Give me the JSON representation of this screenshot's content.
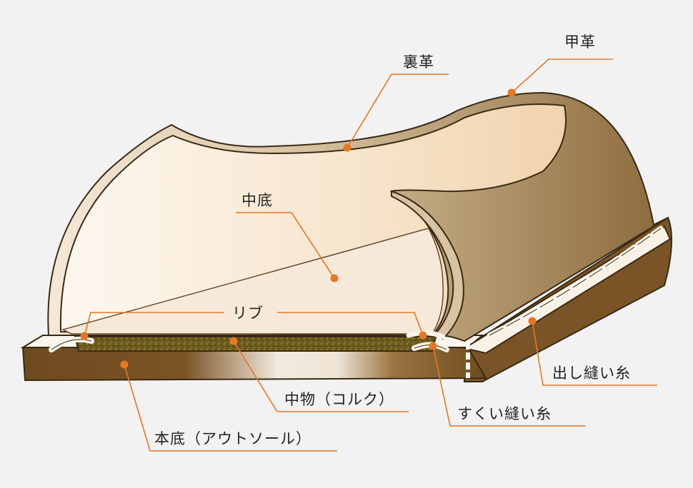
{
  "labels": {
    "upper_leather": "甲革",
    "lining_leather": "裏革",
    "insole": "中底",
    "rib": "リブ",
    "welt_stitch": "出し縫い糸",
    "inseam_stitch": "すくい縫い糸",
    "filler": "中物（コルク）",
    "outsole": "本底（アウトソール）"
  },
  "colors": {
    "accent": "#e87722",
    "outline": "#3a2a14",
    "leather_dark": "#7a5426",
    "leather_light": "#f6e2c6",
    "background": "#f2f2f2"
  }
}
